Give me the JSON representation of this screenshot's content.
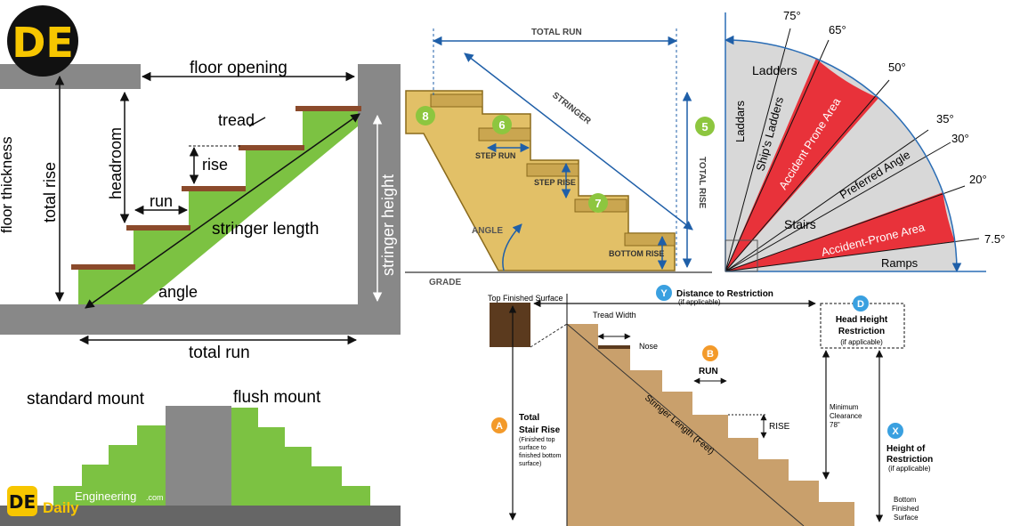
{
  "logo": {
    "letters": "DE",
    "brand": "Daily",
    "brand_sub": "Engineering",
    "brand_domain": ".com",
    "colors": {
      "yellow": "#f7c600",
      "black": "#111111"
    }
  },
  "panel1": {
    "labels": {
      "floor_thickness": "floor thickness",
      "total_rise": "total rise",
      "floor_opening": "floor opening",
      "headroom": "headroom",
      "tread": "tread",
      "rise": "rise",
      "run": "run",
      "stringer_length": "stringer length",
      "stringer_height": "stringer height",
      "angle": "angle",
      "total_run": "total run"
    },
    "colors": {
      "green": "#7cc242",
      "floor": "#888888",
      "tread": "#8b4a2b"
    }
  },
  "panel2": {
    "labels": {
      "total_run": "TOTAL RUN",
      "stringer": "STRINGER",
      "total_rise": "TOTAL RISE",
      "step_run": "STEP RUN",
      "step_rise": "STEP RISE",
      "angle": "ANGLE",
      "bottom_rise": "BOTTOM RISE",
      "grade": "GRADE"
    },
    "markers": [
      "8",
      "6",
      "7",
      "5"
    ],
    "colors": {
      "wood": "#e2c067",
      "marker": "#8dc63f",
      "arrow": "#1f5fa8"
    }
  },
  "panel3": {
    "angles": [
      "75°",
      "65°",
      "50°",
      "35°",
      "30°",
      "20°",
      "7.5°"
    ],
    "zones": {
      "ladders_top": "Laddars",
      "ladders": "Ladders",
      "ships_ladders": "Ship's Ladders",
      "accident_upper": "Accident Prone Area",
      "preferred_angle": "Preferred Angle",
      "stairs": "Stairs",
      "accident_lower": "Accident-Prone Area",
      "ramps": "Ramps"
    },
    "colors": {
      "grey": "#d8d8d8",
      "red": "#e8323a",
      "axis": "#2a6db5"
    }
  },
  "panel4": {
    "labels": {
      "standard_mount": "standard mount",
      "flush_mount": "flush mount"
    }
  },
  "panel5": {
    "labels": {
      "top_finished_surface": "Top Finished Surface",
      "distance_to_restriction": "Distance to Restriction",
      "if_applicable": "(if applicable)",
      "tread_width": "Tread Width",
      "nose": "Nose",
      "run": "RUN",
      "rise": "RISE",
      "head_height_1": "Head Height",
      "head_height_2": "Restriction",
      "stringer_length": "Stringer Length (Feet)",
      "total_stair_rise_1": "Total",
      "total_stair_rise_2": "Stair Rise",
      "finished_note_1": "(Finished top",
      "finished_note_2": "surface to",
      "finished_note_3": "finished bottom",
      "finished_note_4": "surface)",
      "min_clearance_1": "Minimum",
      "min_clearance_2": "Clearance",
      "min_clearance_3": "78\"",
      "height_restriction_1": "Height of",
      "height_restriction_2": "Restriction",
      "bottom_1": "Bottom",
      "bottom_2": "Finished",
      "bottom_3": "Surface"
    },
    "badges": {
      "a": "A",
      "b": "B",
      "d": "D",
      "x": "X",
      "y": "Y"
    },
    "colors": {
      "wood": "#c9a06c",
      "dark": "#5b3a1e",
      "orange": "#f39a2a",
      "blue": "#3aa0e0"
    }
  }
}
